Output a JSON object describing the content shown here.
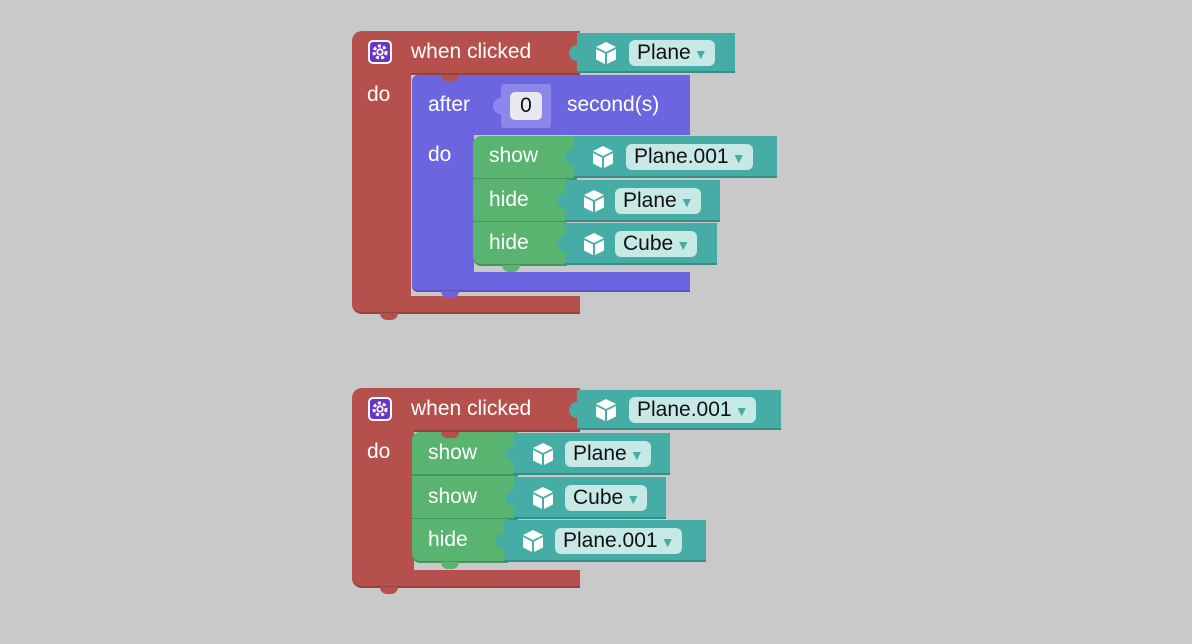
{
  "workspace": {
    "scripts": [
      {
        "event_label": "when clicked",
        "do_label": "do",
        "target": "Plane",
        "timer": {
          "after_label": "after",
          "seconds_value": "0",
          "seconds_label": "second(s)",
          "do_label": "do",
          "actions": [
            {
              "verb": "show",
              "object": "Plane.001"
            },
            {
              "verb": "hide",
              "object": "Plane"
            },
            {
              "verb": "hide",
              "object": "Cube"
            }
          ]
        }
      },
      {
        "event_label": "when clicked",
        "do_label": "do",
        "target": "Plane.001",
        "actions": [
          {
            "verb": "show",
            "object": "Plane"
          },
          {
            "verb": "show",
            "object": "Cube"
          },
          {
            "verb": "hide",
            "object": "Plane.001"
          }
        ]
      }
    ]
  },
  "colors": {
    "event_block": "#b5504d",
    "timer_block": "#6b66e0",
    "action_block": "#58b46f",
    "object_block": "#45ada5",
    "dropdown_bg": "#c6e9e6",
    "gear_icon_bg": "#6b34c2"
  },
  "icons": {
    "event": "gear-icon",
    "object": "cube-icon",
    "dropdown": "triangle-down-icon"
  }
}
